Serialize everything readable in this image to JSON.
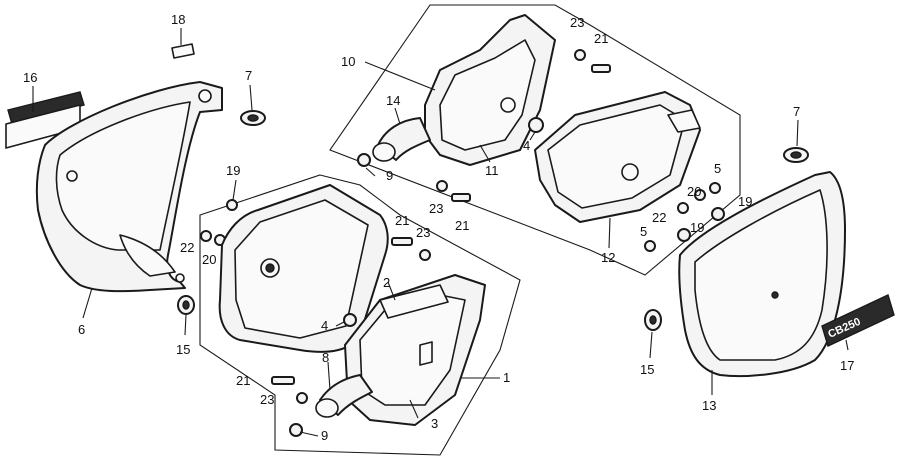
{
  "callouts": {
    "c1": "1",
    "c2": "2",
    "c3": "3",
    "c4a": "4",
    "c4b": "4",
    "c5a": "5",
    "c5b": "5",
    "c6": "6",
    "c7a": "7",
    "c7b": "7",
    "c8": "8",
    "c9a": "9",
    "c9b": "9",
    "c10": "10",
    "c11": "11",
    "c12": "12",
    "c13": "13",
    "c14": "14",
    "c15a": "15",
    "c15b": "15",
    "c16": "16",
    "c17": "17",
    "c18": "18",
    "c19a": "19",
    "c19b": "19",
    "c19c": "19",
    "c20a": "20",
    "c20b": "20",
    "c21a": "21",
    "c21b": "21",
    "c21c": "21",
    "c21d": "21",
    "c22a": "22",
    "c22b": "22",
    "c23a": "23",
    "c23b": "23",
    "c23c": "23",
    "c23d": "23"
  },
  "emblem_text": "CB250"
}
